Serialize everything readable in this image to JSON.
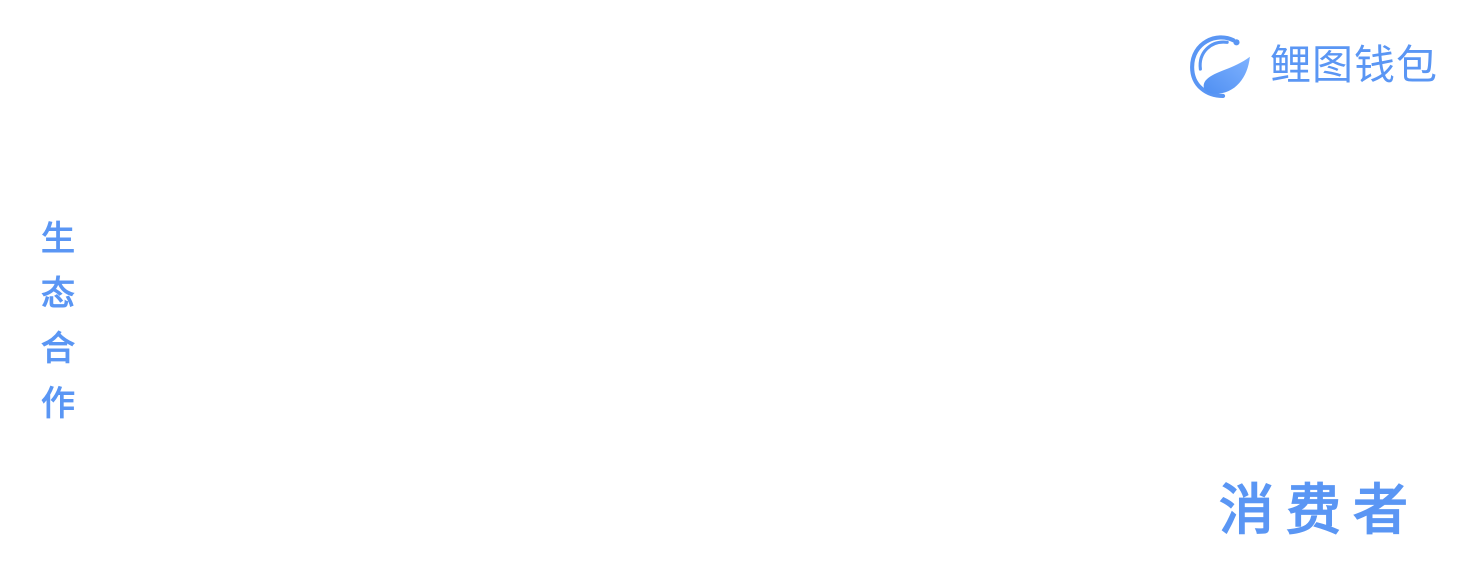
{
  "brand": {
    "name": "鲤图钱包",
    "logo_icon": "carp-swirl-logo",
    "color": "#5a96f4"
  },
  "side_label": {
    "chars": [
      "生",
      "态",
      "合",
      "作"
    ]
  },
  "corner_label": {
    "text": "消费者"
  }
}
